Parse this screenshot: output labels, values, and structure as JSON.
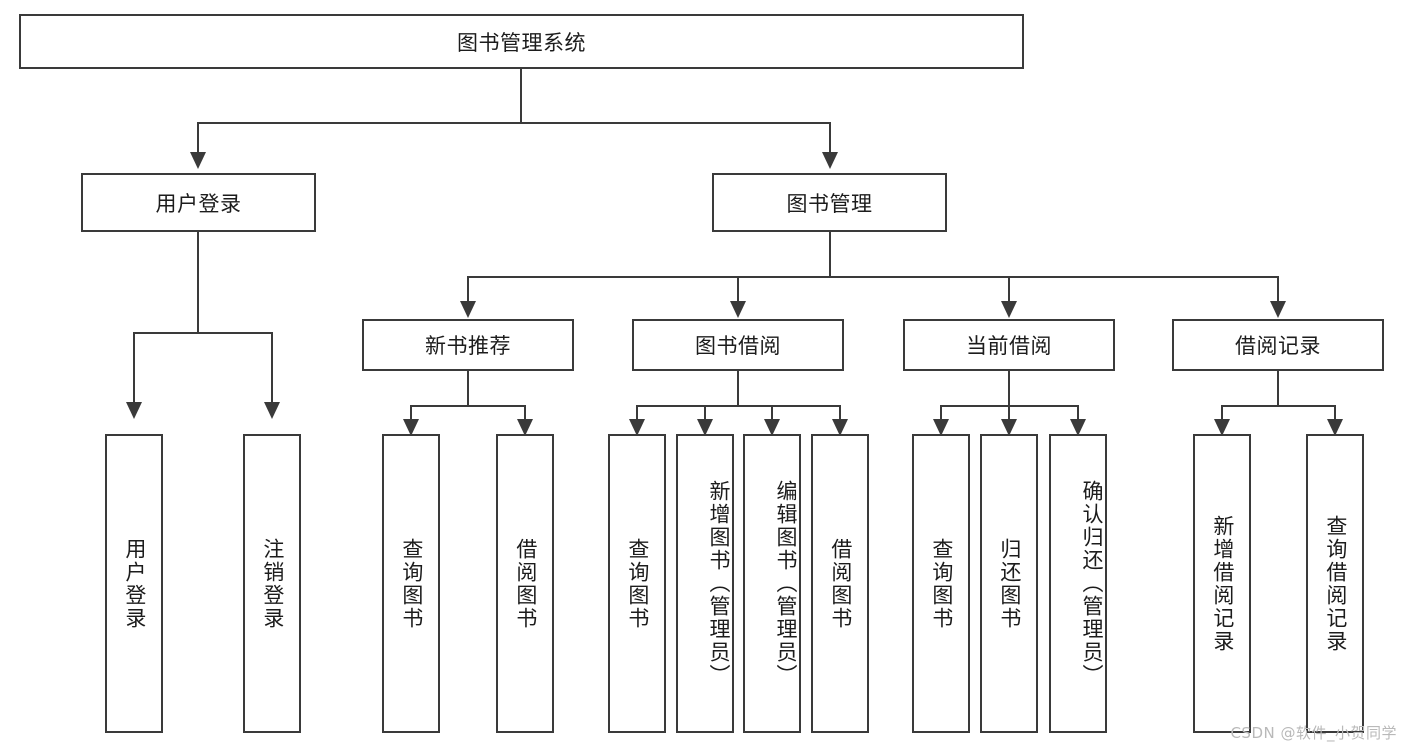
{
  "diagram": {
    "type": "tree-hierarchy-diagram",
    "title": "图书管理系统",
    "root": {
      "id": "root",
      "label": "图书管理系统"
    },
    "level1": [
      {
        "id": "user-login",
        "label": "用户登录"
      },
      {
        "id": "book-management",
        "label": "图书管理"
      }
    ],
    "level2": [
      {
        "id": "new-book-recommend",
        "label": "新书推荐",
        "parent": "book-management"
      },
      {
        "id": "book-borrow",
        "label": "图书借阅",
        "parent": "book-management"
      },
      {
        "id": "current-borrow",
        "label": "当前借阅",
        "parent": "book-management"
      },
      {
        "id": "borrow-record",
        "label": "借阅记录",
        "parent": "book-management"
      }
    ],
    "leaves": [
      {
        "id": "leaf-user-login",
        "label": "用户登录",
        "parent": "user-login"
      },
      {
        "id": "leaf-logout",
        "label": "注销登录",
        "parent": "user-login"
      },
      {
        "id": "leaf-query-book-1",
        "label": "查询图书",
        "parent": "new-book-recommend"
      },
      {
        "id": "leaf-borrow-book-1",
        "label": "借阅图书",
        "parent": "new-book-recommend"
      },
      {
        "id": "leaf-query-book-2",
        "label": "查询图书",
        "parent": "book-borrow"
      },
      {
        "id": "leaf-add-book",
        "label": "新增图书（管理员）",
        "parent": "book-borrow"
      },
      {
        "id": "leaf-edit-book",
        "label": "编辑图书（管理员）",
        "parent": "book-borrow"
      },
      {
        "id": "leaf-borrow-book-2",
        "label": "借阅图书",
        "parent": "book-borrow"
      },
      {
        "id": "leaf-query-book-3",
        "label": "查询图书",
        "parent": "current-borrow"
      },
      {
        "id": "leaf-return-book",
        "label": "归还图书",
        "parent": "current-borrow"
      },
      {
        "id": "leaf-confirm-return",
        "label": "确认归还（管理员）",
        "parent": "current-borrow"
      },
      {
        "id": "leaf-add-record",
        "label": "新增借阅记录",
        "parent": "borrow-record"
      },
      {
        "id": "leaf-query-record",
        "label": "查询借阅记录",
        "parent": "borrow-record"
      }
    ],
    "colors": {
      "stroke": "#3a3a3a",
      "text": "#1c1c1c",
      "background": "#ffffff",
      "watermark": "#b9b9b9"
    }
  },
  "watermark": {
    "text": "CSDN @软件_小贺同学"
  }
}
